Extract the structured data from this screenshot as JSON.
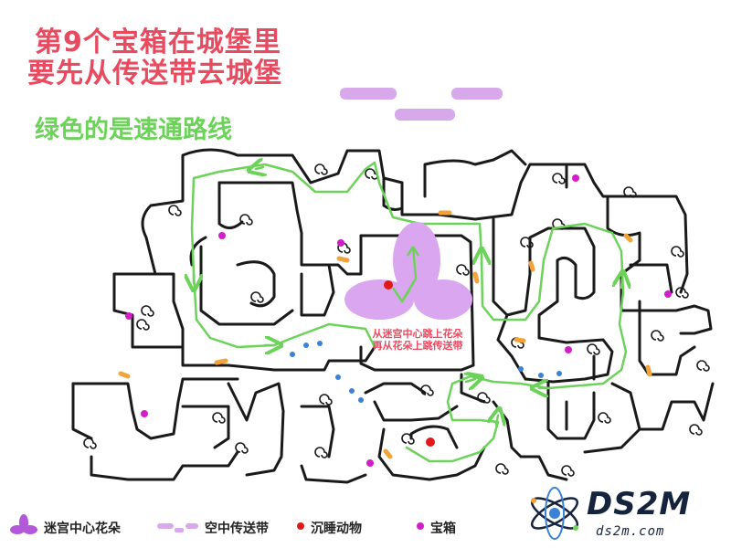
{
  "title": {
    "line1": "第9个宝箱在城堡里",
    "line2": "要先从传送带去城堡"
  },
  "subtitle": "绿色的是速通路线",
  "center_note": {
    "line1": "从迷宫中心跳上花朵",
    "line2": "再从花朵上跳传送带"
  },
  "legend": [
    {
      "icon": "flower-icon",
      "label": "迷宫中心花朵"
    },
    {
      "icon": "conveyor-icon",
      "label": "空中传送带"
    },
    {
      "icon": "sleeping-animal-icon",
      "label": "沉睡动物"
    },
    {
      "icon": "treasure-chest-icon",
      "label": "宝箱"
    }
  ],
  "logo": {
    "name": "DS2M",
    "site": "ds2m.com"
  },
  "colors": {
    "title": "#e84a5f",
    "route": "#6cd25a",
    "flower": "#dba6f0",
    "conveyor": "#d7a8ea",
    "treasure": "#d21ec8",
    "sleeping_animal": "#e01818",
    "blue_dots": "#3a82d8",
    "orange_marks": "#f2a43a",
    "maze": "#1a1a1a"
  }
}
